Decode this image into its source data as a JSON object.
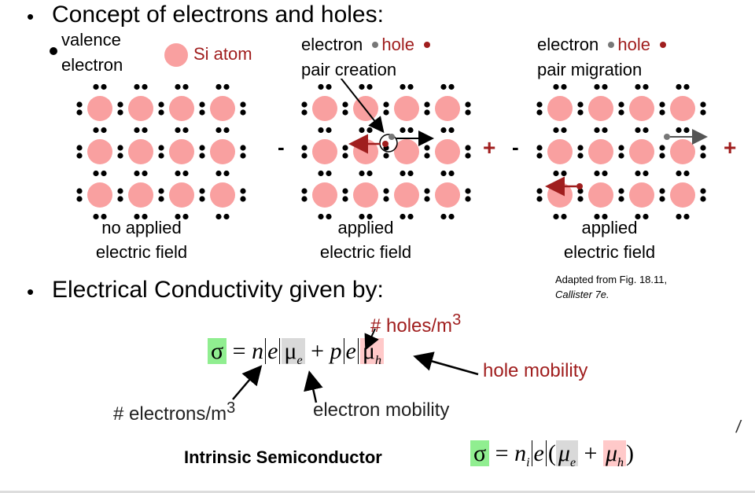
{
  "slide": {
    "bullet_char": "•",
    "heading1": "Concept of electrons and holes:",
    "heading2": "Electrical Conductivity given by:"
  },
  "legend": {
    "valence_line1": "valence",
    "valence_line2": "electron",
    "si_atom": "Si atom"
  },
  "panels": [
    {
      "top_left": "",
      "top_right": "",
      "caption_line1": "no applied",
      "caption_line2": "electric field"
    },
    {
      "top_left": "electron",
      "top_right": "hole",
      "top_line2": "pair creation",
      "caption_line1": "applied",
      "caption_line2": "electric field",
      "minus": "-",
      "plus": "+"
    },
    {
      "top_left": "electron",
      "top_right": "hole",
      "top_line2": "pair migration",
      "caption_line1": "applied",
      "caption_line2": "electric field",
      "minus": "-",
      "plus": "+"
    }
  ],
  "source": {
    "line1": "Adapted from Fig. 18.11,",
    "line2": "Callister 7e."
  },
  "equation": {
    "sigma": "σ",
    "equals": "=",
    "n": "n",
    "e": "e",
    "mu": "μ",
    "sub_e": "e",
    "plus": "+",
    "p": "p",
    "sub_h": "h"
  },
  "annotations": {
    "holes_per_m3": "# holes/m",
    "holes_exp": "3",
    "hole_mobility": "hole mobility",
    "electrons_per_m3": "# electrons/m",
    "electrons_exp": "3",
    "electron_mobility": "electron mobility"
  },
  "intrinsic": {
    "label": "Intrinsic Semiconductor",
    "n_sub": "i",
    "open_paren": "(",
    "close_paren": ")"
  },
  "stray_mark": "/",
  "colors": {
    "atom": "#f9a0a0",
    "hole_red": "#a01e1e",
    "electron_grey": "#777777",
    "sigma_box": "#90ee90",
    "mu_e_box": "#d9d9d9",
    "mu_h_box": "#ffc9c9"
  }
}
